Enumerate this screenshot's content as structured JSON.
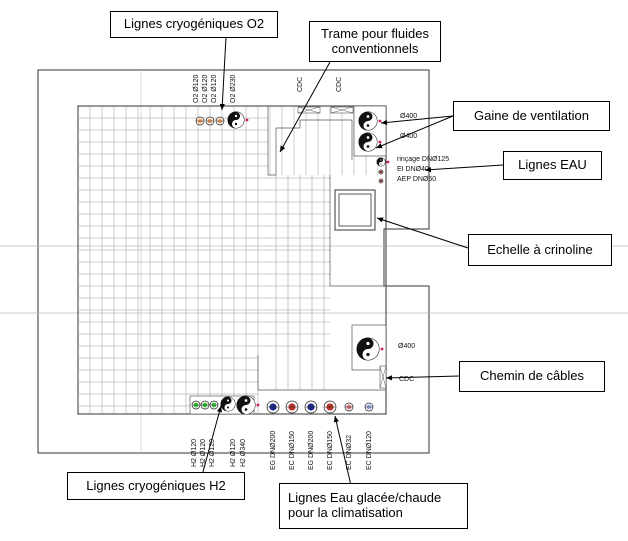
{
  "callouts": {
    "o2_lines": "Lignes cryogéniques O2",
    "conventional_grid": "Trame pour fluides conventionnels",
    "ventilation": "Gaine de ventilation",
    "water_lines": "Lignes EAU",
    "ladder": "Echelle à crinoline",
    "cable_tray": "Chemin de câbles",
    "h2_lines": "Lignes cryogéniques H2",
    "chilled_water": "Lignes Eau glacée/chaude pour la climatisation"
  },
  "plan_labels": {
    "o2_pipes": [
      "O2 Ø120",
      "O2 Ø120",
      "O2 Ø120",
      "O2 Ø230"
    ],
    "cdc_top": [
      "CDC",
      "CDC"
    ],
    "duct_sizes": [
      "Ø400",
      "Ø400",
      "Ø400"
    ],
    "water": [
      "rinçage DNØ125",
      "EI DNØ40",
      "AEP DNØ50"
    ],
    "cdc_right": "CDC",
    "h2_pipes": [
      "H2 Ø120",
      "H2 Ø120",
      "H2 Ø120",
      "H2 Ø120",
      "H2 Ø340"
    ],
    "ec_pipes": [
      "EG DNØ200",
      "EC DNØ150",
      "EG DNØ200",
      "EC DNØ150",
      "EC DNØ32",
      "EC DNØ120"
    ]
  },
  "colors": {
    "line": "#333333",
    "grid": "#9a9a9a",
    "o2_pipe": "#f3a36a",
    "h2_pipe": "#3bbf3b",
    "chilled_pipe": "#1f2a8a",
    "hot_pipe": "#b8342a",
    "light_pipe": "#e07a7a",
    "accent_symbol": "#d9186b"
  }
}
